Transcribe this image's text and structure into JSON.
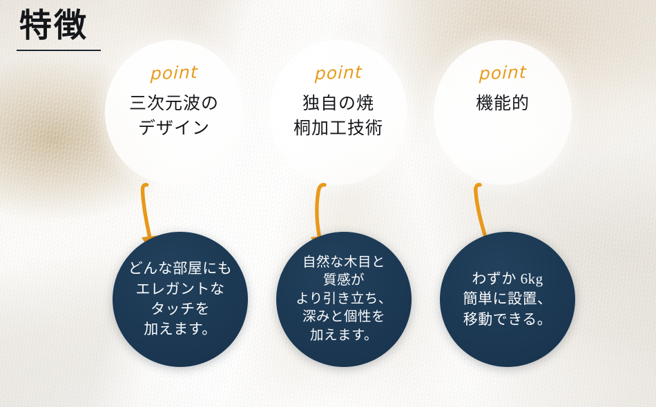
{
  "heading": {
    "title": "特徴"
  },
  "colors": {
    "navy": "#1d3a55",
    "orange": "#e89b1c",
    "ink": "#15171b",
    "rule": "#1d2733"
  },
  "points": [
    {
      "label": "point",
      "title": "三次元波の\nデザイン",
      "detail": "どんな部屋にも\nエレガントな\nタッチを\n加えます。"
    },
    {
      "label": "point",
      "title": "独自の焼\n桐加工技術",
      "detail": "自然な木目と\n質感が\nより引き立ち、\n深みと個性を\n加えます。"
    },
    {
      "label": "point",
      "title": "機能的",
      "detail": "わずか 6kg\n簡単に設置、\n移動できる。"
    }
  ],
  "arrows": [
    {
      "name": "arrow-down-1"
    },
    {
      "name": "arrow-down-2"
    },
    {
      "name": "arrow-down-3"
    }
  ]
}
